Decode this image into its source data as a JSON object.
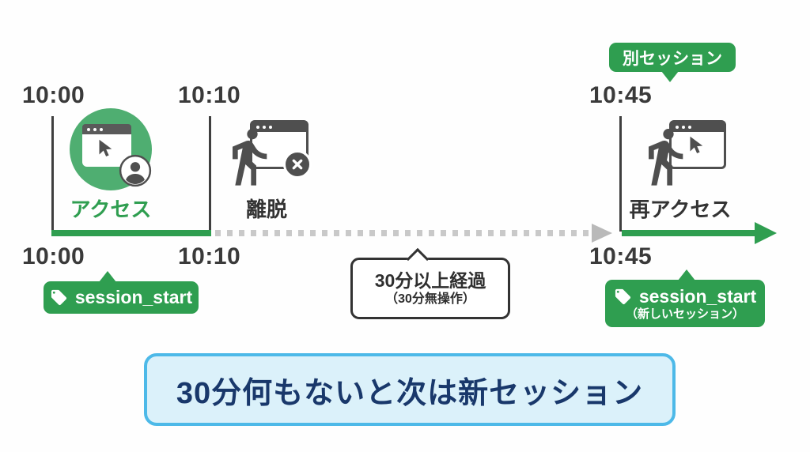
{
  "colors": {
    "accent_green": "#2f9e50",
    "circle_green": "#4fae71",
    "icon_gray": "#4f4f4f",
    "dotted_gray": "#c9c9c9",
    "arrow_gray": "#b9b9b9",
    "callout_border_blue": "#4db9e8",
    "callout_bg_blue": "#dbf1fa",
    "callout_text_navy": "#19386b"
  },
  "icons": [
    "browser-window-icon",
    "cursor-icon",
    "user-avatar-icon",
    "walking-person-icon",
    "close-x-icon",
    "tag-icon"
  ],
  "times": {
    "top": [
      "10:00",
      "10:10",
      "10:45"
    ],
    "bottom": [
      "10:00",
      "10:10",
      "10:45"
    ]
  },
  "events": {
    "access": "アクセス",
    "leave": "離脱",
    "reaccess": "再アクセス"
  },
  "badges": {
    "different_session": "別セッション",
    "session_start_left": "session_start",
    "session_start_right": "session_start",
    "session_start_right_note": "（新しいセッション）"
  },
  "bubble": {
    "line1": "30分以上経過",
    "line2": "（30分無操作）"
  },
  "callout": {
    "text": "30分何もないと次は新セッション"
  }
}
